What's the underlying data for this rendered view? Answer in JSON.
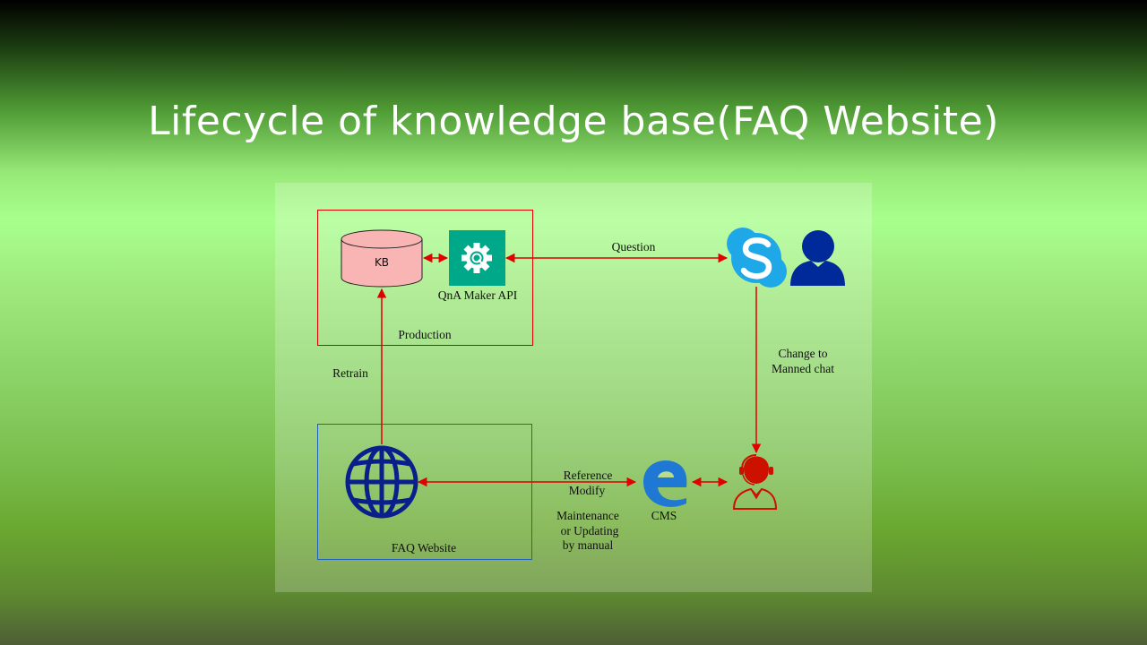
{
  "title": "Lifecycle of knowledge base(FAQ Website)",
  "nodes": {
    "kb": "KB",
    "qna_maker": "QnA Maker API",
    "production": "Production",
    "faq_website": "FAQ Website",
    "cms": "CMS"
  },
  "edges": {
    "question": "Question",
    "change_to_1": "Change to",
    "change_to_2": "Manned chat",
    "retrain": "Retrain",
    "reference": "Reference",
    "modify": "Modify",
    "maintenance_1": "Maintenance",
    "maintenance_2": "or Updating",
    "maintenance_3": "by manual"
  },
  "icons": {
    "qna": "gear-icon",
    "skype": "skype-icon",
    "user": "user-icon",
    "globe": "globe-icon",
    "edge": "edge-browser-icon",
    "operator": "operator-headset-icon"
  },
  "colors": {
    "arrow": "#e00000",
    "production_border": "#e00000",
    "faq_border": "#1f5fbf",
    "kb_fill": "#f9b4b4",
    "qna_fill": "#00a88a",
    "skype": "#1ea8e8",
    "user": "#002a9a",
    "globe": "#0a1e8c",
    "edge": "#1e78d4",
    "operator": "#cc1100"
  }
}
